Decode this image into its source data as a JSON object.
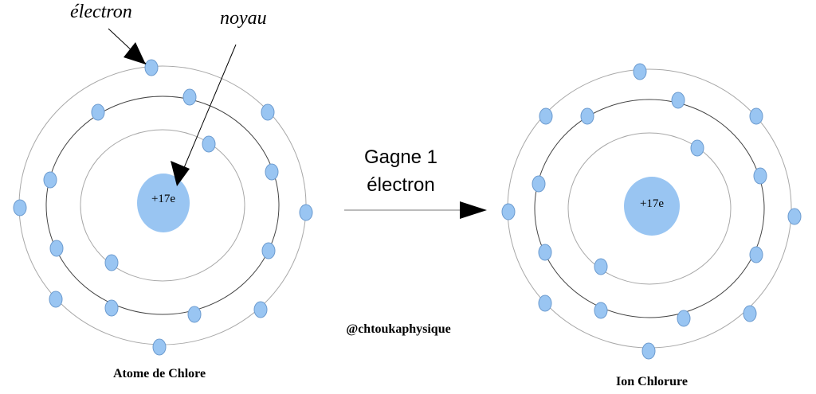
{
  "labels": {
    "electron": "électron",
    "noyau": "noyau",
    "reaction_line1": "Gagne 1",
    "reaction_line2": "électron",
    "watermark": "@chtoukaphysique",
    "atom_caption": "Atome de Chlore",
    "ion_caption": "Ion Chlorure"
  },
  "atom": {
    "nucleus_charge": "+17e",
    "shells": [
      {
        "shell": "K",
        "electrons": 2
      },
      {
        "shell": "L",
        "electrons": 8
      },
      {
        "shell": "M",
        "electrons": 7
      }
    ]
  },
  "ion": {
    "nucleus_charge": "+17e",
    "shells": [
      {
        "shell": "K",
        "electrons": 2
      },
      {
        "shell": "L",
        "electrons": 8
      },
      {
        "shell": "M",
        "electrons": 8
      }
    ]
  },
  "colors": {
    "electron_fill": "#99c5f2",
    "nucleus_fill": "#99c5f2",
    "orbit": "#a8a8a8",
    "arrow": "#000000"
  }
}
